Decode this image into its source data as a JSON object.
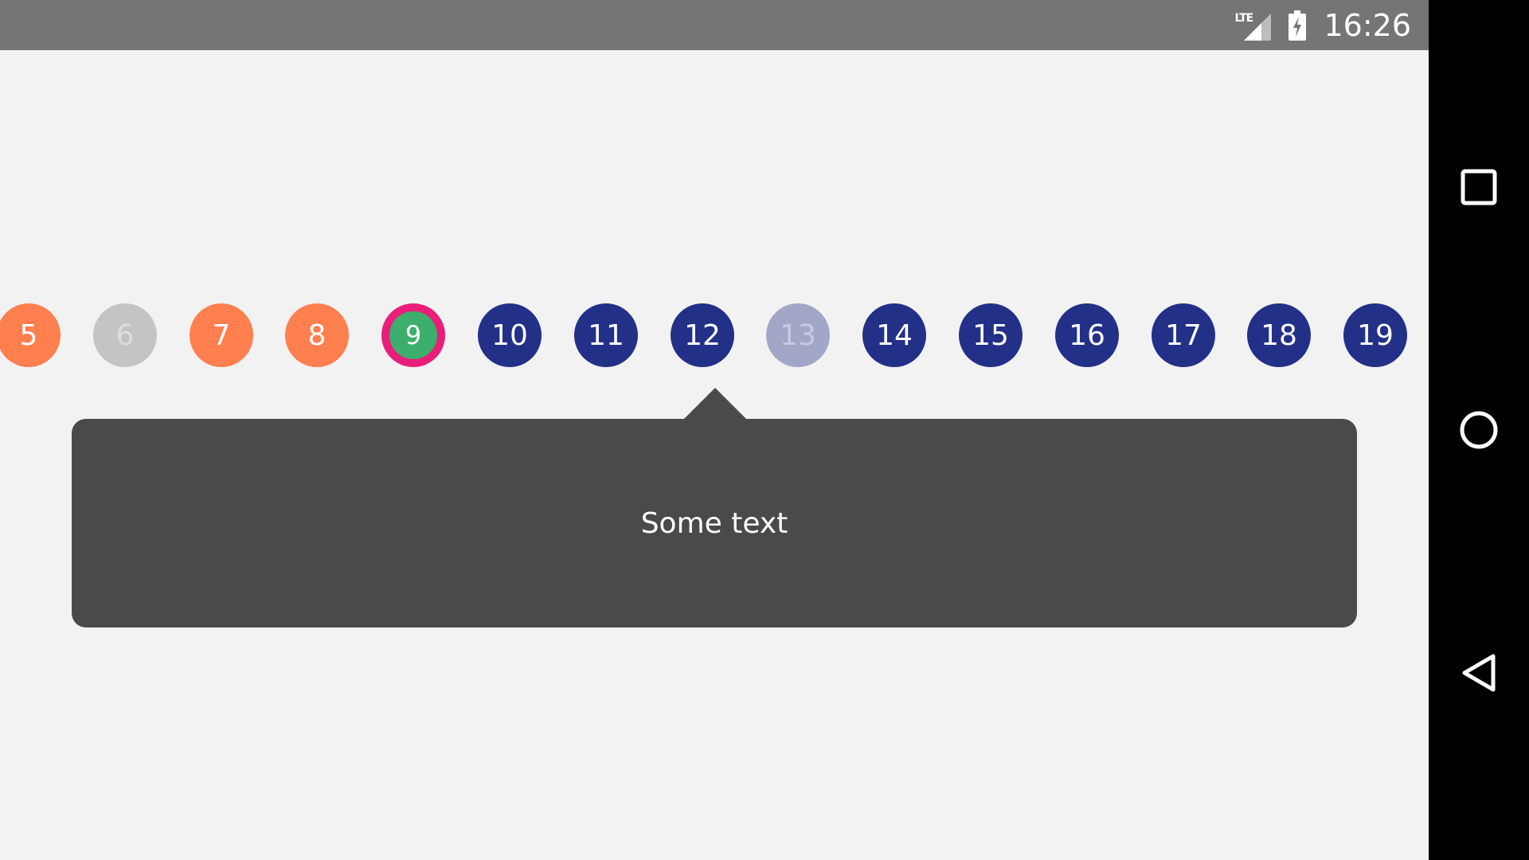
{
  "status_bar": {
    "network_label": "LTE",
    "time": "16:26",
    "icons": [
      "lte-signal-icon",
      "battery-charging-icon"
    ],
    "background": "#757575"
  },
  "navigation_bar": {
    "buttons": [
      "recents-icon",
      "home-icon",
      "back-icon"
    ],
    "background": "#000000"
  },
  "day_strip": {
    "days": [
      {
        "label": "5",
        "state": "past"
      },
      {
        "label": "6",
        "state": "disabled"
      },
      {
        "label": "7",
        "state": "past"
      },
      {
        "label": "8",
        "state": "past"
      },
      {
        "label": "9",
        "state": "today"
      },
      {
        "label": "10",
        "state": "future"
      },
      {
        "label": "11",
        "state": "future"
      },
      {
        "label": "12",
        "state": "future"
      },
      {
        "label": "13",
        "state": "faded"
      },
      {
        "label": "14",
        "state": "future"
      },
      {
        "label": "15",
        "state": "future"
      },
      {
        "label": "16",
        "state": "future"
      },
      {
        "label": "17",
        "state": "future"
      },
      {
        "label": "18",
        "state": "future"
      },
      {
        "label": "19",
        "state": "future"
      }
    ],
    "colors": {
      "past": "#ff7f4f",
      "disabled": "#c4c4c4",
      "today_fill": "#3daf6c",
      "today_ring": "#e91e7a",
      "future": "#233087",
      "faded": "#a2a7c8"
    }
  },
  "tooltip": {
    "text": "Some text",
    "background": "#4a4a4a"
  }
}
